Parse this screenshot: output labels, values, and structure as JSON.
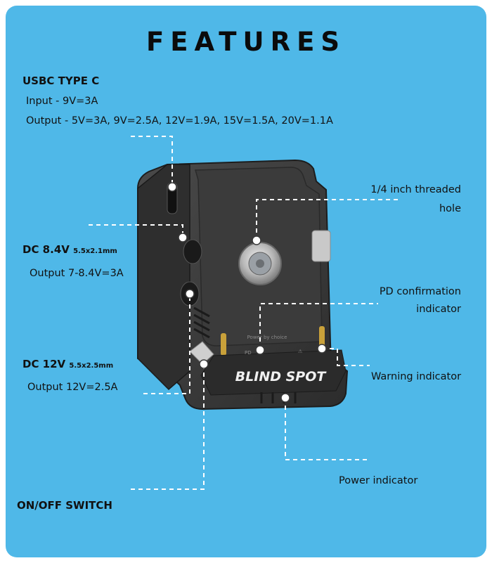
{
  "title": "FEATURES",
  "usbc": {
    "heading": "USBC TYPE C",
    "input": "Input - 9V=3A",
    "output": "Output - 5V=3A, 9V=2.5A, 12V=1.9A, 15V=1.5A, 20V=1.1A"
  },
  "dc84": {
    "heading": "DC 8.4V",
    "size": "5.5x2.1mm",
    "output": "Output 7-8.4V=3A"
  },
  "dc12": {
    "heading": "DC 12V",
    "size": "5.5x2.5mm",
    "output": "Output 12V=2.5A"
  },
  "switch": {
    "heading": "ON/OFF SWITCH"
  },
  "threaded": {
    "line1": "1/4 inch threaded",
    "line2": "hole"
  },
  "pd": {
    "line1": "PD confirmation",
    "line2": "indicator"
  },
  "warning": {
    "label": "Warning indicator"
  },
  "power": {
    "label": "Power indicator"
  },
  "product": {
    "brand": "BLIND SPOT",
    "tagline": "Power by choice",
    "led_pd": "PD",
    "led_warn": "⚠"
  },
  "colors": {
    "background": "#4fb8e8",
    "device": "#3a3a3a",
    "text": "#111111",
    "leader_lines": "#ffffff"
  }
}
